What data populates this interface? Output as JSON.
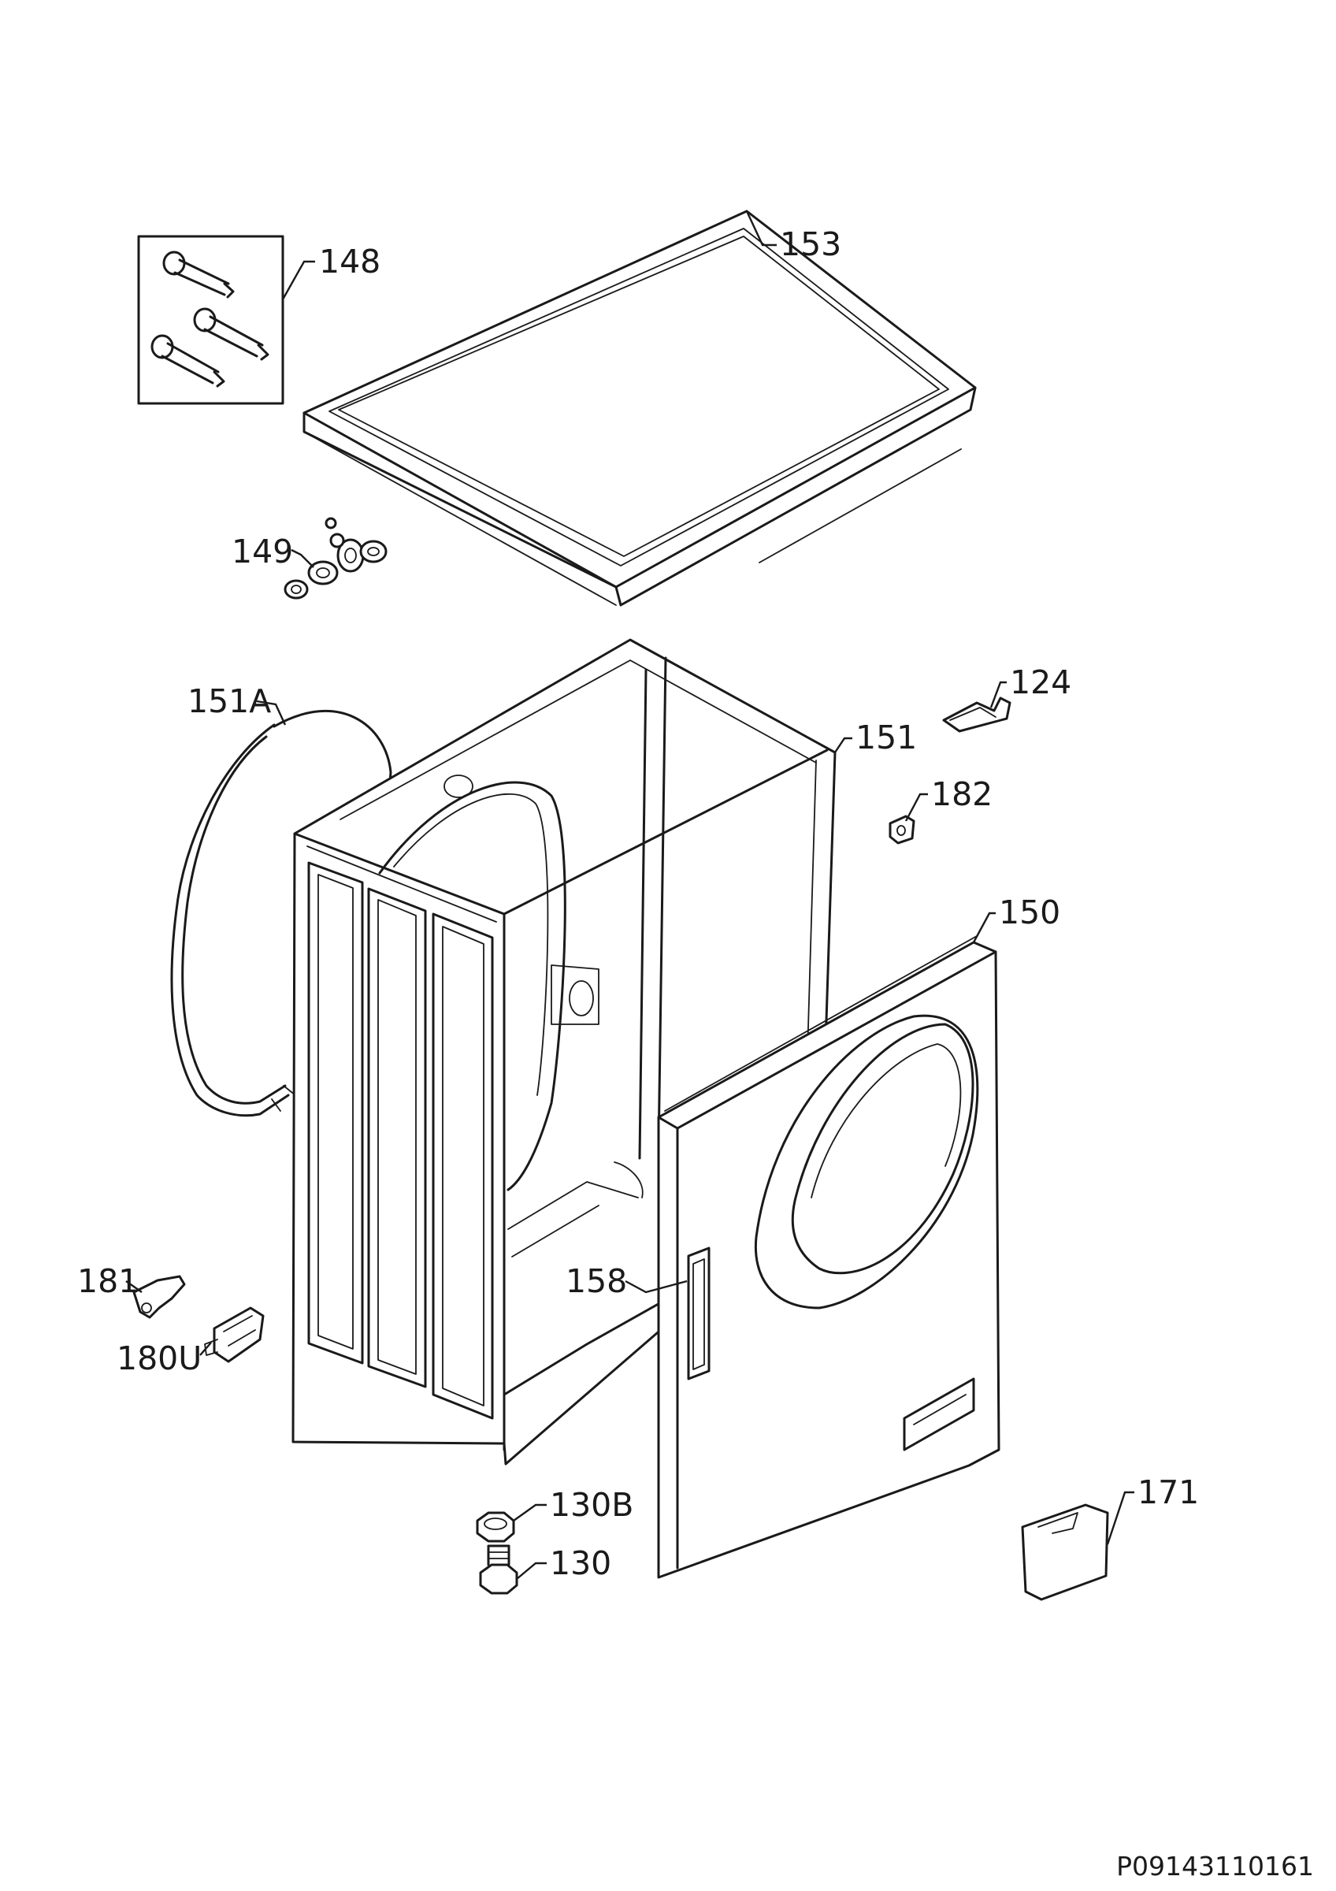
{
  "labels": [
    {
      "id": "148",
      "text": "148"
    },
    {
      "id": "153",
      "text": "153"
    },
    {
      "id": "149",
      "text": "149"
    },
    {
      "id": "151A",
      "text": "151A"
    },
    {
      "id": "124",
      "text": "124"
    },
    {
      "id": "151",
      "text": "151"
    },
    {
      "id": "182",
      "text": "182"
    },
    {
      "id": "150",
      "text": "150"
    },
    {
      "id": "181",
      "text": "181"
    },
    {
      "id": "158",
      "text": "158"
    },
    {
      "id": "180U",
      "text": "180U"
    },
    {
      "id": "130B",
      "text": "130B"
    },
    {
      "id": "171",
      "text": "171"
    },
    {
      "id": "130",
      "text": "130"
    }
  ],
  "drawing_code": "P09143110161"
}
